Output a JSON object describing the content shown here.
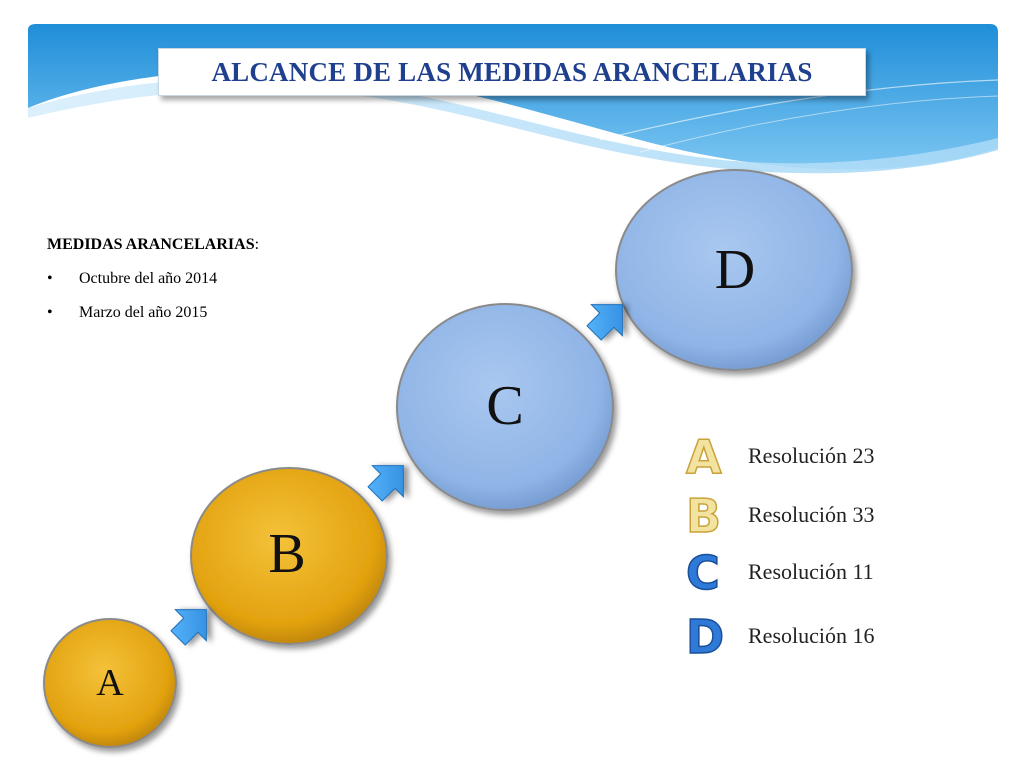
{
  "title": "ALCANCE DE LAS MEDIDAS ARANCELARIAS",
  "medidas": {
    "heading": "MEDIDAS ARANCELARIAS",
    "heading_suffix": ":",
    "bullet": "•",
    "items": [
      "Octubre del año 2014",
      "Marzo del año 2015"
    ]
  },
  "steps": [
    {
      "label": "A",
      "color": "#e2a20f"
    },
    {
      "label": "B",
      "color": "#e2a20f"
    },
    {
      "label": "C",
      "color": "#8fb4e6"
    },
    {
      "label": "D",
      "color": "#8fb4e6"
    }
  ],
  "legend": [
    {
      "letter": "A",
      "text": "Resolución 23",
      "color": "#f3e3a0"
    },
    {
      "letter": "B",
      "text": "Resolución 33",
      "color": "#f3e3a0"
    },
    {
      "letter": "C",
      "text": "Resolución 11",
      "color": "#2f7ad8"
    },
    {
      "letter": "D",
      "text": "Resolución 16",
      "color": "#2f7ad8"
    }
  ],
  "colors": {
    "title": "#1f3f8f",
    "header_wave": "#2f9be2",
    "arrow": "#3a9ff0",
    "gold_circle": "#e2a20f",
    "blue_circle": "#8fb4e6"
  }
}
